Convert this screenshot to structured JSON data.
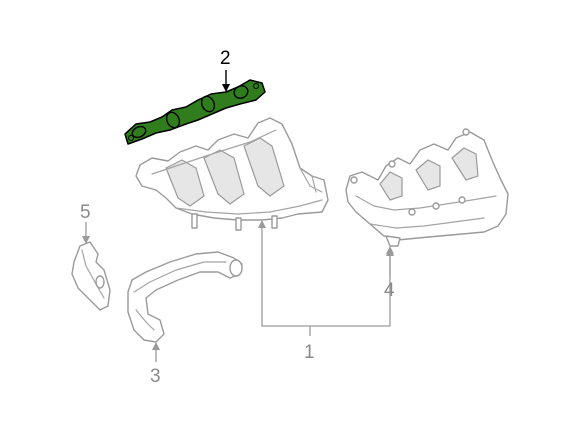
{
  "callouts": {
    "label_1": "1",
    "label_2": "2",
    "label_3": "3",
    "label_4": "4",
    "label_5": "5"
  },
  "colors": {
    "highlight_fill": "#2f7d1c",
    "highlight_stroke": "#000000",
    "line_gray": "#9a9a9a"
  }
}
